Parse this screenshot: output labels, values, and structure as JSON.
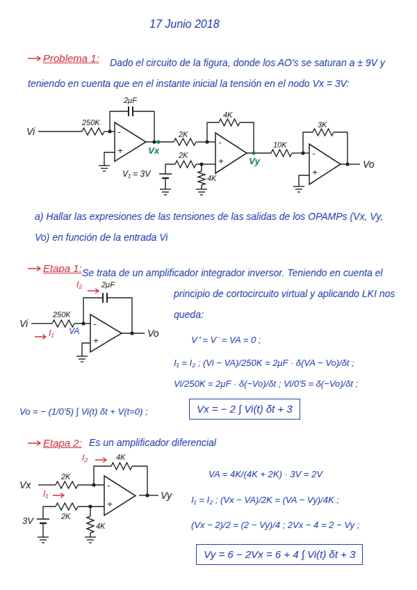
{
  "diagram": {
    "title": "17 Junio 2018",
    "nodes": [
      {
        "text": [
          "Vx = − 2 ∫ Vi(t) δt + 3"
        ]
      },
      {
        "text": [
          "Vy = 6 − 2Vx = 6 + 4 ∫ Vi(t) δt + 3"
        ]
      }
    ],
    "labels": [
      "Problema 1:",
      "Dado el circuito de la figura, donde los AO's se saturan a ± 9V y teniendo en cuenta que en el instante inicial la tensión en el nodo Vx = 3V:",
      "Vi",
      "250K",
      "2μF",
      "-",
      "+",
      "Vx",
      "2K",
      "4K",
      "-",
      "+",
      "Vy",
      "2K",
      "V₁ = 3V",
      "4K",
      "10K",
      "3K",
      "-",
      "+",
      "Vo",
      "a) Hallar las expresiones de las tensiones de las salidas de los OPAMPs (Vx, Vy, Vo) en función de la entrada Vi",
      "Etapa 1:",
      "Se trata de un amplificador integrador inversor. Teniendo en cuenta el principio de cortocircuito virtual y aplicando LKI nos queda:",
      "I₂",
      "2μF",
      "Vi",
      "250K",
      "I₁",
      "VA",
      "-",
      "+",
      "Vo",
      "V⁺ = V⁻ = VA = 0 ;",
      "I₁ = I₂ ; (Vi − VA)/250K = 2μF · δ(VA − Vo)/δt ;",
      "Vi/250K = 2μF · δ(−Vo)/δt ; Vi/0'5 = δ(−Vo)/δt ;",
      "Vo = − (1/0'5) ∫ Vi(t) δt + V(t=0) ;",
      "Etapa 2:",
      "Es un amplificador diferencial",
      "Vx",
      "2K",
      "I₂",
      "4K",
      "I₁",
      "2K",
      "3V",
      "4K",
      "Vy",
      "-",
      "+",
      "VA = 4K/(4K + 2K) · 3V = 2V",
      "I₁ = I₂ ; (Vx − VA)/2K = (VA − Vy)/4K ;",
      "(Vx − 2)/2 = (2 − Vy)/4 ; 2Vx − 4 = 2 − Vy ;"
    ]
  }
}
